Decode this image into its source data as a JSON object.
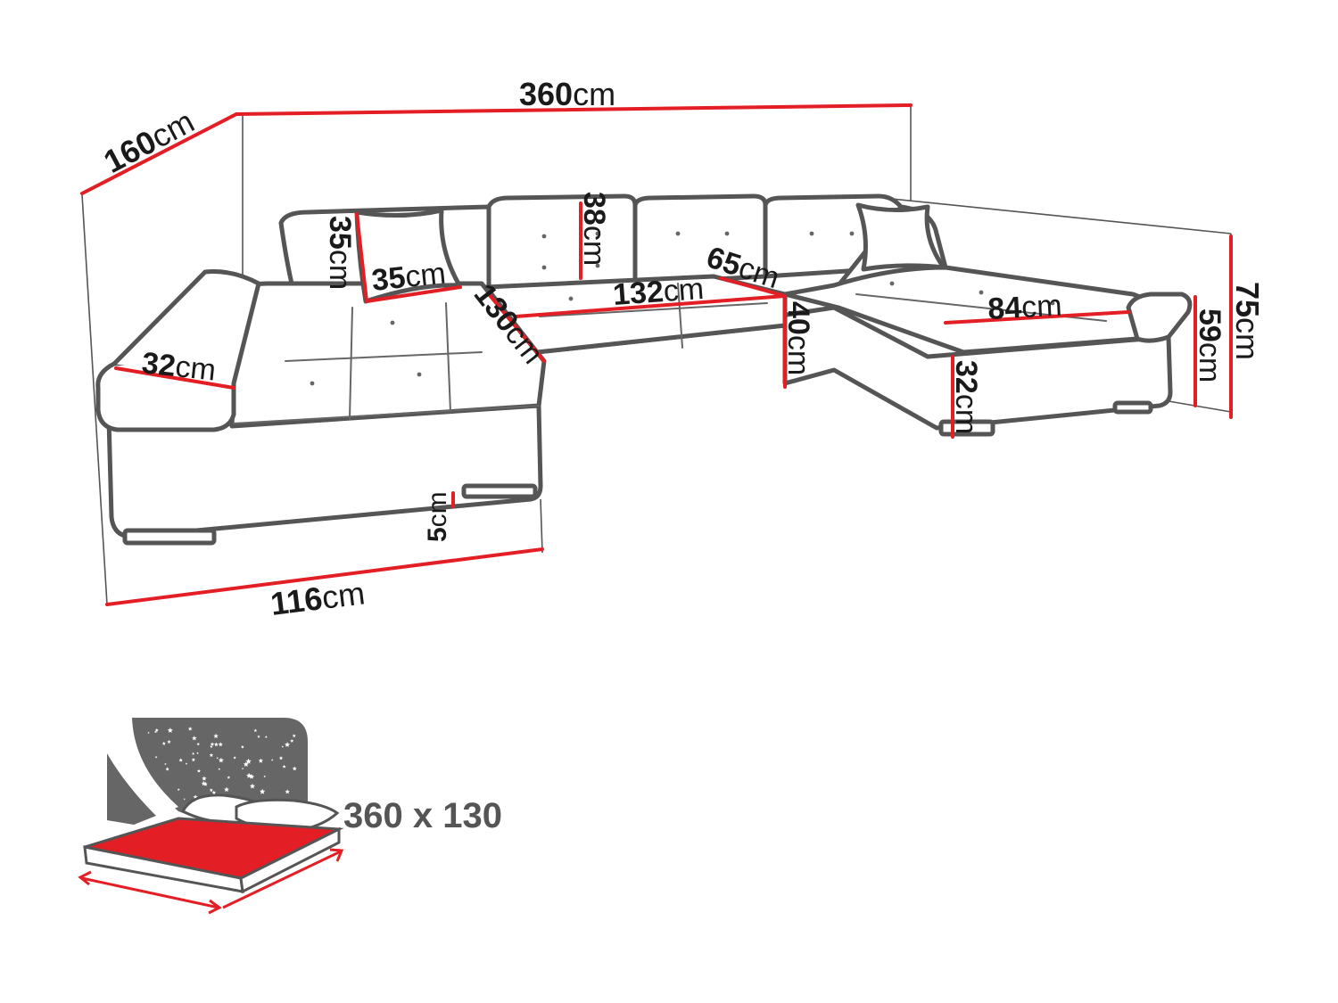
{
  "unit": "cm",
  "dimensions": {
    "overall_width": "360",
    "overall_depth": "160",
    "chaise_width": "116",
    "seat_depth": "130",
    "backrest_height": "38",
    "pillow_height": "35",
    "pillow_width": "35",
    "armrest_width": "32",
    "center_seat_width": "132",
    "center_seat_depth": "65",
    "seat_height": "40",
    "chaise_seat_width": "84",
    "overall_height": "75",
    "armrest_height": "59",
    "base_height": "32",
    "leg_height": "5"
  },
  "bed_function": {
    "size_label": "360 x 130"
  },
  "colors": {
    "dimension_line": "#e31e24",
    "outline": "#555555",
    "bed_mattress": "#e31e24",
    "night_sky": "#666666"
  },
  "icons": [
    "sofa-outline",
    "bed-function-icon",
    "star-icon"
  ]
}
